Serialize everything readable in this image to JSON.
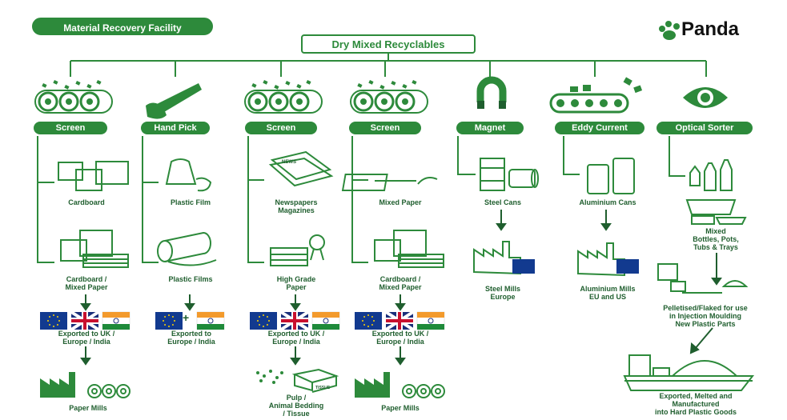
{
  "header": {
    "title": "Material Recovery Facility",
    "root": "Dry Mixed Recyclables",
    "logo": "Panda"
  },
  "colors": {
    "green": "#2d8a3b",
    "dark_green": "#1f5e2e",
    "eu_blue": "#123a8f",
    "uk_red": "#c8102e",
    "india_saffron": "#f39a2c"
  },
  "columns": [
    {
      "process": "Screen",
      "output_1": "Cardboard",
      "output_2": "Cardboard /\nMixed Paper",
      "export": "Exported to UK /\nEurope / India",
      "destination": "Paper Mills"
    },
    {
      "process": "Hand Pick",
      "output_1": "Plastic Film",
      "output_2": "Plastic Films",
      "export": "Exported to\nEurope / India"
    },
    {
      "process": "Screen",
      "output_1": "Newspapers\nMagazines",
      "output_2": "High Grade\nPaper",
      "export": "Exported to UK /\nEurope / India",
      "destination": "Pulp /\nAnimal Bedding\n/ Tissue",
      "tissue_box": "TISSUE",
      "news_label": "NEWS"
    },
    {
      "process": "Screen",
      "output_1": "Mixed Paper",
      "output_2": "Cardboard /\nMixed Paper",
      "export": "Exported to UK /\nEurope / India",
      "destination": "Paper Mills"
    },
    {
      "process": "Magnet",
      "output_1": "Steel Cans",
      "destination": "Steel Mills\nEurope"
    },
    {
      "process": "Eddy Current",
      "output_1": "Aluminium Cans",
      "destination": "Aluminium Mills\nEU and US"
    },
    {
      "process": "Optical Sorter",
      "output_1": "Mixed\nBottles, Pots,\nTubs & Trays",
      "output_2": "Pelletised/Flaked for use\nin Injection Moulding\nNew Plastic Parts",
      "destination": "Exported, Melted and\nManufactured\ninto Hard Plastic Goods"
    }
  ],
  "plus_sign": "+"
}
